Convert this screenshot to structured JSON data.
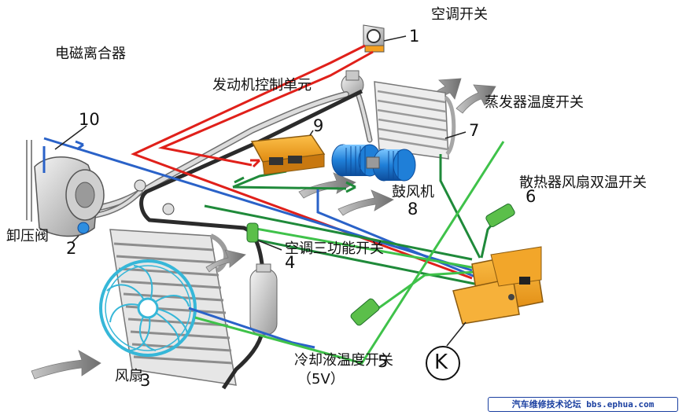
{
  "labels": {
    "ac_switch": "空调开关",
    "em_clutch": "电磁离合器",
    "ecu": "发动机控制单元",
    "evap_temp_switch": "蒸发器温度开关",
    "fan_dual_temp_switch": "散热器风扇双温开关",
    "blower": "鼓风机",
    "relief_valve": "卸压阀",
    "ac_tri_switch": "空调三功能开关",
    "coolant_temp_switch": "冷却液温度开关",
    "voltage": "（5V）",
    "fan": "风扇",
    "k_symbol": "K"
  },
  "numbers": {
    "n1": "1",
    "n2": "2",
    "n3": "3",
    "n4": "4",
    "n5": "5",
    "n6": "6",
    "n7": "7",
    "n8": "8",
    "n9": "9",
    "n10": "10"
  },
  "watermark": "汽车维修技术论坛 bbs.ephua.com",
  "colors": {
    "wire_red": "#e0201a",
    "wire_blue": "#2a62c8",
    "wire_green_dark": "#1f8a3a",
    "wire_green_light": "#3fc24a",
    "hose_dark": "#2b2b2b",
    "ecu_orange": "#f4a020",
    "blower_blue": "#2e8ee0",
    "fan_cyan": "#36b7d8",
    "airflow_gray": "#8c8c8c"
  }
}
